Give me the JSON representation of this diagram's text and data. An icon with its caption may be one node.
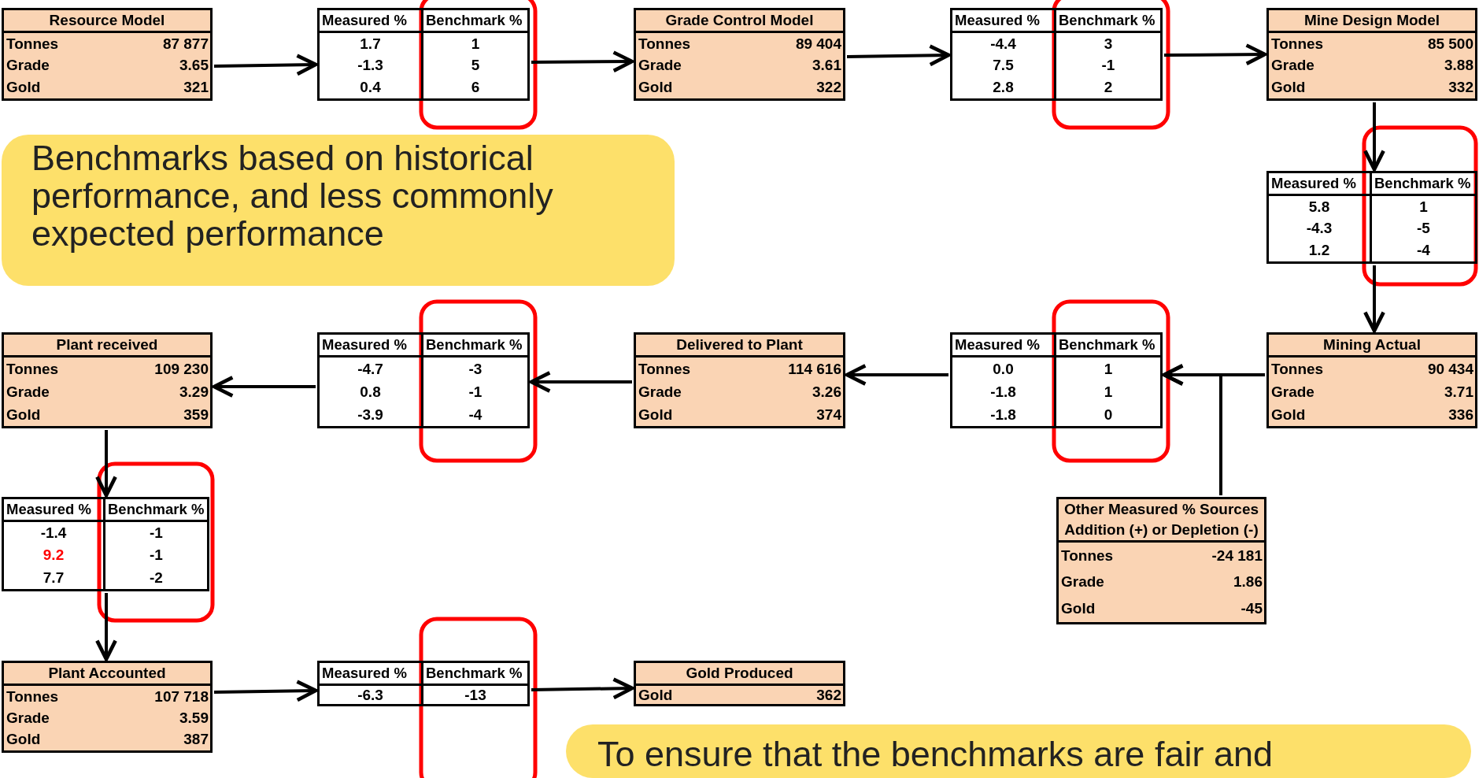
{
  "diagram": {
    "nodes": [
      {
        "text": [
          "Resource Model",
          "Tonnes",
          "87 877",
          "Grade",
          "3.65",
          "Gold",
          "321"
        ]
      },
      {
        "text": [
          "Measured %",
          "Benchmark %",
          "1.7",
          "1",
          "-1.3",
          "5",
          "0.4",
          "6"
        ]
      },
      {
        "text": [
          "Grade Control Model",
          "Tonnes",
          "89 404",
          "Grade",
          "3.61",
          "Gold",
          "322"
        ]
      },
      {
        "text": [
          "Measured %",
          "Benchmark %",
          "-4.4",
          "3",
          "7.5",
          "-1",
          "2.8",
          "2"
        ]
      },
      {
        "text": [
          "Mine Design Model",
          "Tonnes",
          "85 500",
          "Grade",
          "3.88",
          "Gold",
          "332"
        ]
      },
      {
        "text": [
          "Benchmarks based on historical performance, and less commonly expected performance"
        ]
      },
      {
        "text": [
          "Measured %",
          "Benchmark %",
          "5.8",
          "1",
          "-4.3",
          "-5",
          "1.2",
          "-4"
        ]
      },
      {
        "text": [
          "Plant received",
          "Tonnes",
          "109 230",
          "Grade",
          "3.29",
          "Gold",
          "359"
        ]
      },
      {
        "text": [
          "Measured %",
          "Benchmark %",
          "-4.7",
          "-3",
          "0.8",
          "-1",
          "-3.9",
          "-4"
        ]
      },
      {
        "text": [
          "Delivered to Plant",
          "Tonnes",
          "114 616",
          "Grade",
          "3.26",
          "Gold",
          "374"
        ]
      },
      {
        "text": [
          "Measured %",
          "Benchmark %",
          "0.0",
          "1",
          "-1.8",
          "1",
          "-1.8",
          "0"
        ]
      },
      {
        "text": [
          "Mining Actual",
          "Tonnes",
          "90 434",
          "Grade",
          "3.71",
          "Gold",
          "336"
        ]
      },
      {
        "text": [
          "Measured %",
          "Benchmark %",
          "-1.4",
          "-1",
          "9.2",
          "-1",
          "7.7",
          "-2"
        ]
      },
      {
        "text": [
          "Other Measured % Sources",
          "Addition (+) or Depletion (-)",
          "Tonnes",
          "-24 181",
          "Grade",
          "1.86",
          "Gold",
          "-45"
        ]
      },
      {
        "text": [
          "Plant Accounted",
          "Tonnes",
          "107 718",
          "Grade",
          "3.59",
          "Gold",
          "387"
        ]
      },
      {
        "text": [
          "Measured %",
          "Benchmark %",
          "-6.3",
          "-13"
        ]
      },
      {
        "text": [
          "Gold Produced",
          "Gold",
          "362"
        ]
      },
      {
        "text": [
          "To ensure that the benchmarks are fair and"
        ]
      }
    ],
    "edges": [
      {
        "from": 0,
        "to": 1,
        "arrow": "to"
      },
      {
        "from": 1,
        "to": 2,
        "arrow": "to"
      },
      {
        "from": 2,
        "to": 3,
        "arrow": "to"
      },
      {
        "from": 3,
        "to": 4,
        "arrow": "to"
      },
      {
        "from": 4,
        "to": 6,
        "arrow": "to"
      },
      {
        "from": 6,
        "to": 11,
        "arrow": "to"
      },
      {
        "from": 11,
        "to": 10,
        "arrow": "to"
      },
      {
        "from": 10,
        "to": 9,
        "arrow": "to"
      },
      {
        "from": 9,
        "to": 8,
        "arrow": "to"
      },
      {
        "from": 8,
        "to": 7,
        "arrow": "to"
      },
      {
        "from": 7,
        "to": 12,
        "arrow": "to"
      },
      {
        "from": 12,
        "to": 14,
        "arrow": "to"
      },
      {
        "from": 14,
        "to": 15,
        "arrow": "to"
      },
      {
        "from": 15,
        "to": 16,
        "arrow": "to"
      },
      {
        "from": 13,
        "to": 10,
        "arrow": "to"
      }
    ]
  }
}
